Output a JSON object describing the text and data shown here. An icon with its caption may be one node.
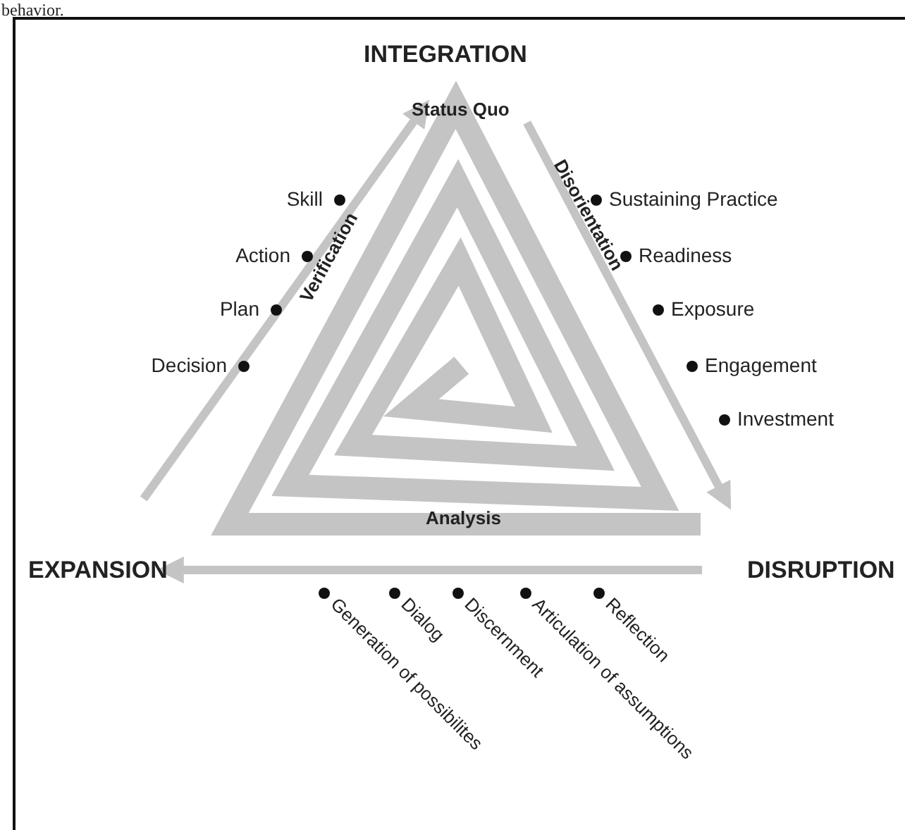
{
  "diagram": {
    "nodes": [
      {
        "text": [
          "INTEGRATION"
        ]
      },
      {
        "text": [
          "EXPANSION"
        ]
      },
      {
        "text": [
          "DISRUPTION"
        ]
      }
    ],
    "edges": [
      {
        "from": 1,
        "to": 0,
        "arrow": "to"
      },
      {
        "from": 0,
        "to": 2,
        "arrow": "to"
      },
      {
        "from": 2,
        "to": 1,
        "arrow": "to"
      }
    ],
    "labels": [
      "behavior.",
      "Status Quo",
      "Skill",
      "Action",
      "Plan",
      "Decision",
      "Verification",
      "Sustaining Practice",
      "Readiness",
      "Exposure",
      "Engagement",
      "Investment",
      "Disorientation",
      "Analysis",
      "Generation of possibilites",
      "Dialog",
      "Discernment",
      "Articulation of assumptions",
      "Reflection"
    ]
  }
}
